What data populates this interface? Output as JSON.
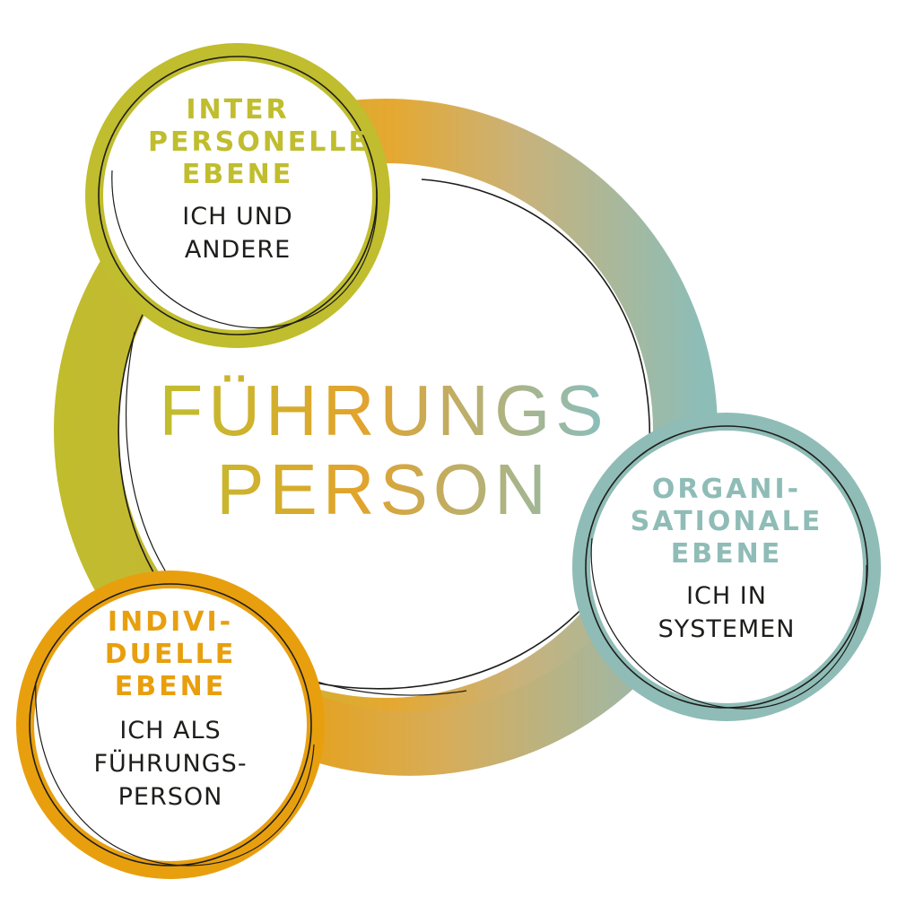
{
  "colors": {
    "olive": "#c0bd2e",
    "orange": "#e89f0e",
    "teal": "#8fbcb6",
    "ink": "#1d1d1b",
    "background": "#ffffff"
  },
  "center": {
    "title_line1": "FÜHRUNGS",
    "title_line2": "PERSON"
  },
  "interpersonal": {
    "heading": [
      "INTER",
      "PERSONELLE",
      "EBENE"
    ],
    "subtext": [
      "ICH UND",
      "ANDERE"
    ]
  },
  "organisational": {
    "heading": [
      "ORGANI-",
      "SATIONALE",
      "EBENE"
    ],
    "subtext": [
      "ICH IN",
      "SYSTEMEN"
    ]
  },
  "individual": {
    "heading": [
      "INDIVI-",
      "DUELLE",
      "EBENE"
    ],
    "subtext": [
      "ICH ALS",
      "FÜHRUNGS-",
      "PERSON"
    ]
  }
}
